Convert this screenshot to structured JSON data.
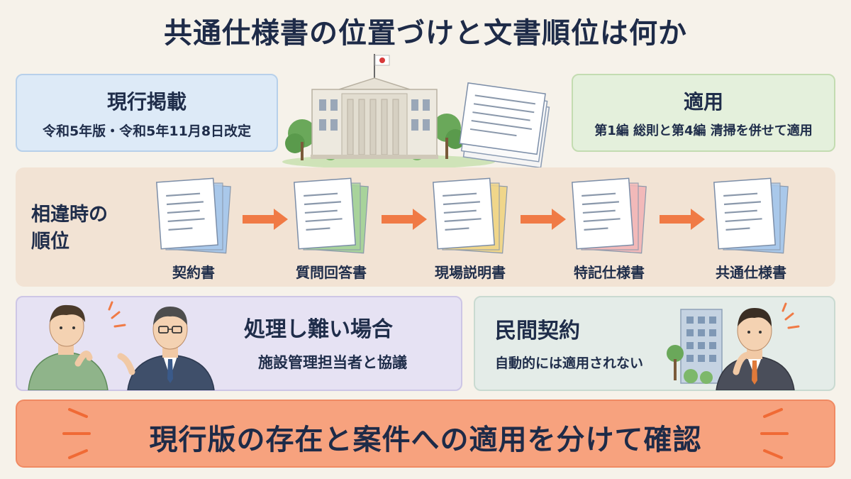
{
  "title": "共通仕様書の位置づけと文書順位は何か",
  "current": {
    "heading": "現行掲載",
    "detail": "令和5年版・令和5年11月8日改定"
  },
  "apply": {
    "heading": "適用",
    "detail": "第1編 総則と第4編 清掃を併せて適用"
  },
  "order": {
    "label_line1": "相違時の",
    "label_line2": "順位",
    "docs": [
      {
        "label": "契約書",
        "color": "#a9c8ea"
      },
      {
        "label": "質問回答書",
        "color": "#a8d39b"
      },
      {
        "label": "現場説明書",
        "color": "#f0d68a"
      },
      {
        "label": "特記仕様書",
        "color": "#f2b9b9"
      },
      {
        "label": "共通仕様書",
        "color": "#a9c8ea"
      }
    ],
    "arrow_color": "#f07a45"
  },
  "difficult": {
    "heading": "処理し難い場合",
    "detail": "施設管理担当者と協議"
  },
  "private": {
    "heading": "民間契約",
    "detail": "自動的には適用されない"
  },
  "banner": {
    "text": "現行版の存在と案件への適用を分けて確認"
  }
}
